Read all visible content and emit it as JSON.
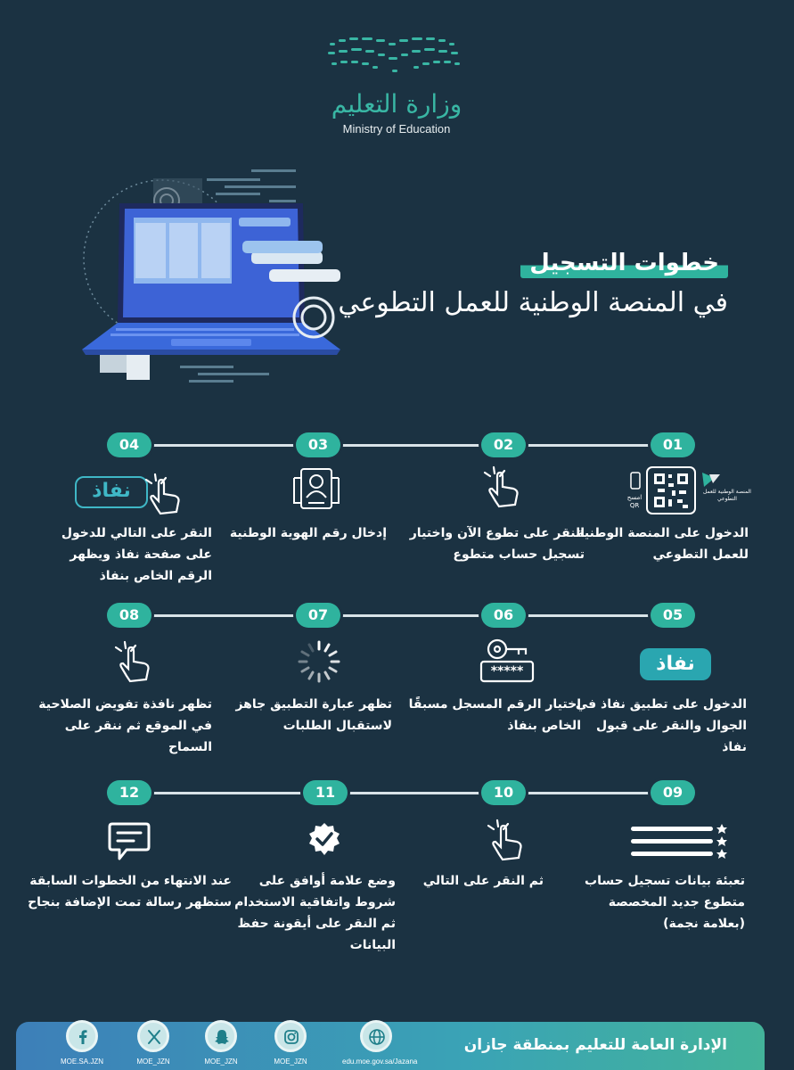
{
  "logo": {
    "arabic": "وزارة التعليم",
    "english": "Ministry of Education"
  },
  "title": {
    "line1": "خطوات التسجيل",
    "line2": "في المنصة الوطنية للعمل التطوعي"
  },
  "steps": [
    {
      "num": "01",
      "text": "الدخول على المنصة الوطنية للعمل التطوعي",
      "icon": "qr-code-icon",
      "platform_label": "المنصة الوطنية للعمل التطوعي",
      "qr_label": "امسح QR"
    },
    {
      "num": "02",
      "text": "النقر على تطوع الآن واختيار تسجيل حساب متطوع",
      "icon": "hand-tap-icon"
    },
    {
      "num": "03",
      "text": "إدخال رقم الهوية الوطنية",
      "icon": "id-card-icon"
    },
    {
      "num": "04",
      "text": "النقر على التالي للدخول على صفحة نفاذ ويظهر الرقم الخاص بنفاذ",
      "icon": "nafath-tap-icon",
      "nafath": "نفاذ"
    },
    {
      "num": "05",
      "text": "الدخول على تطبيق نفاذ في الجوال والنقر على قبول نفاذ",
      "icon": "nafath-logo-icon",
      "nafath": "نفاذ"
    },
    {
      "num": "06",
      "text": "اختيار الرقم المسجل مسبقًا الخاص بنفاذ",
      "icon": "key-password-icon",
      "password": "*****"
    },
    {
      "num": "07",
      "text": "تظهر عبارة التطبيق جاهز لاستقبال الطلبات",
      "icon": "loading-spinner-icon"
    },
    {
      "num": "08",
      "text": "تظهر نافذة تفويض الصلاحية في الموقع ثم ننقر على السماح",
      "icon": "hand-tap-icon"
    },
    {
      "num": "09",
      "text": "تعبئة بيانات تسجيل حساب متطوع جديد المخصصة (بعلامة نجمة)",
      "icon": "starred-list-icon"
    },
    {
      "num": "10",
      "text": "ثم النقر على التالي",
      "icon": "hand-tap-icon"
    },
    {
      "num": "11",
      "text": "وضع علامة أوافق على شروط واتفاقية الاستخدام ثم النقر على أيقونة حفظ البيانات",
      "icon": "check-badge-icon"
    },
    {
      "num": "12",
      "text": "عند الانتهاء من الخطوات السابقة ستظهر رسالة تمت الإضافة بنجاح",
      "icon": "message-icon"
    }
  ],
  "footer": {
    "title": "الإدارة العامة للتعليم بمنطقة جازان",
    "links": [
      {
        "label": "edu.moe.gov.sa/Jazana",
        "icon": "globe-icon"
      },
      {
        "label": "MOE_JZN",
        "icon": "instagram-icon"
      },
      {
        "label": "MOE_JZN",
        "icon": "snapchat-icon"
      },
      {
        "label": "MOE_JZN",
        "icon": "x-icon"
      },
      {
        "label": "MOE.SA.JZN",
        "icon": "facebook-icon"
      }
    ]
  },
  "colors": {
    "background": "#1b3242",
    "accent": "#2fb39e",
    "nafath": "#3fb7c6"
  }
}
